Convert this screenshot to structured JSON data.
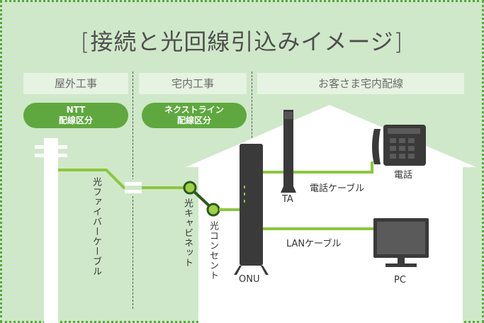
{
  "title": "[接続と光回線引込みイメージ]",
  "zones": {
    "outdoor": "屋外工事",
    "indoor": "宅内工事",
    "customer": "お客さま宅内配線"
  },
  "badges": {
    "ntt_line1": "NTT",
    "ntt_line2": "配線区分",
    "next_line1": "ネクストライン",
    "next_line2": "配線区分"
  },
  "labels": {
    "fiber_cable": "光ファイバーケーブル",
    "optical_cabinet": "光キャビネット",
    "optical_outlet": "光コンセント",
    "onu": "ONU",
    "ta": "TA",
    "phone_cable": "電話ケーブル",
    "phone": "電話",
    "lan_cable": "LANケーブル",
    "pc": "PC"
  },
  "colors": {
    "background": "#cfe8c9",
    "accent": "#5fa83f",
    "line": "#8cc63f",
    "dark_line": "#2b5a1a",
    "device": "#3a3a3a"
  }
}
